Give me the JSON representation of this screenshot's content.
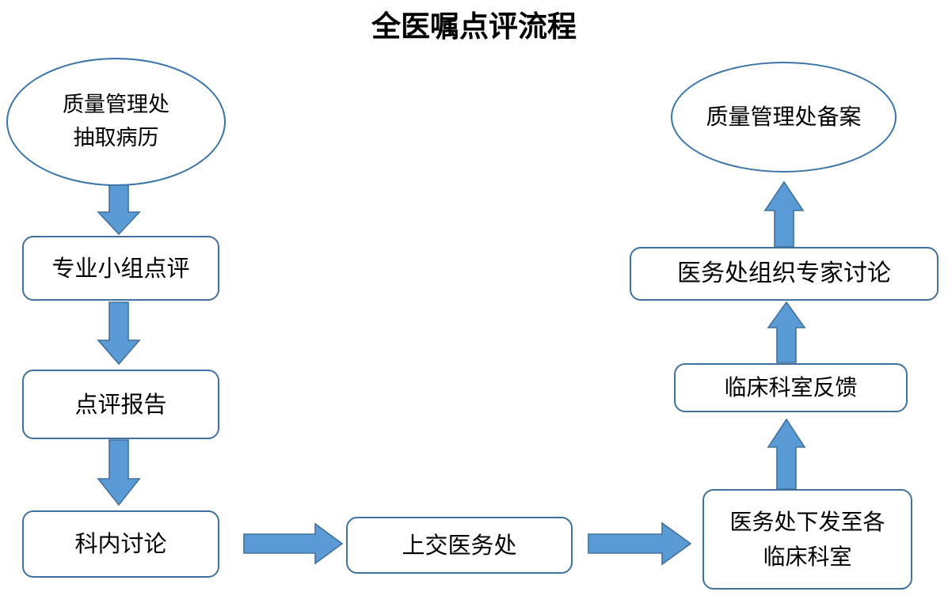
{
  "title": "全医嘱点评流程",
  "theme": {
    "arrow_fill": "#5B9BD5",
    "arrow_stroke": "#41719C",
    "node_border": "#41719C",
    "ellipse_border": "#3B74A8",
    "node_fill": "#FFFFFF",
    "text_color": "#000000",
    "background": "#FFFFFF"
  },
  "chart_data": {
    "type": "diagram",
    "title": "全医嘱点评流程",
    "nodes": [
      {
        "id": "n1",
        "shape": "ellipse",
        "lines": [
          "质量管理处",
          "抽取病历"
        ]
      },
      {
        "id": "n2",
        "shape": "rounded-rect",
        "lines": [
          "专业小组点评"
        ]
      },
      {
        "id": "n3",
        "shape": "rounded-rect",
        "lines": [
          "点评报告"
        ]
      },
      {
        "id": "n4",
        "shape": "rounded-rect",
        "lines": [
          "科内讨论"
        ]
      },
      {
        "id": "n5",
        "shape": "rounded-rect",
        "lines": [
          "上交医务处"
        ]
      },
      {
        "id": "n6",
        "shape": "rounded-rect",
        "lines": [
          "医务处下发至各",
          "临床科室"
        ]
      },
      {
        "id": "n7",
        "shape": "rounded-rect",
        "lines": [
          "临床科室反馈"
        ]
      },
      {
        "id": "n8",
        "shape": "rounded-rect",
        "lines": [
          "医务处组织专家讨论"
        ]
      },
      {
        "id": "n9",
        "shape": "ellipse",
        "lines": [
          "质量管理处备案"
        ]
      }
    ],
    "edges": [
      {
        "from": "n1",
        "to": "n2",
        "direction": "down"
      },
      {
        "from": "n2",
        "to": "n3",
        "direction": "down"
      },
      {
        "from": "n3",
        "to": "n4",
        "direction": "down"
      },
      {
        "from": "n4",
        "to": "n5",
        "direction": "right"
      },
      {
        "from": "n5",
        "to": "n6",
        "direction": "right"
      },
      {
        "from": "n6",
        "to": "n7",
        "direction": "up"
      },
      {
        "from": "n7",
        "to": "n8",
        "direction": "up"
      },
      {
        "from": "n8",
        "to": "n9",
        "direction": "up"
      }
    ]
  },
  "nodes": {
    "quality_dept_sample": {
      "line1": "质量管理处",
      "line2": "抽取病历"
    },
    "group_review": {
      "line1": "专业小组点评"
    },
    "review_report": {
      "line1": "点评报告"
    },
    "dept_discussion": {
      "line1": "科内讨论"
    },
    "submit_medical_affairs": {
      "line1": "上交医务处"
    },
    "distribute_to_clinical": {
      "line1": "医务处下发至各",
      "line2": "临床科室"
    },
    "clinical_feedback": {
      "line1": "临床科室反馈"
    },
    "expert_discussion": {
      "line1": "医务处组织专家讨论"
    },
    "quality_dept_filing": {
      "line1": "质量管理处备案"
    }
  }
}
